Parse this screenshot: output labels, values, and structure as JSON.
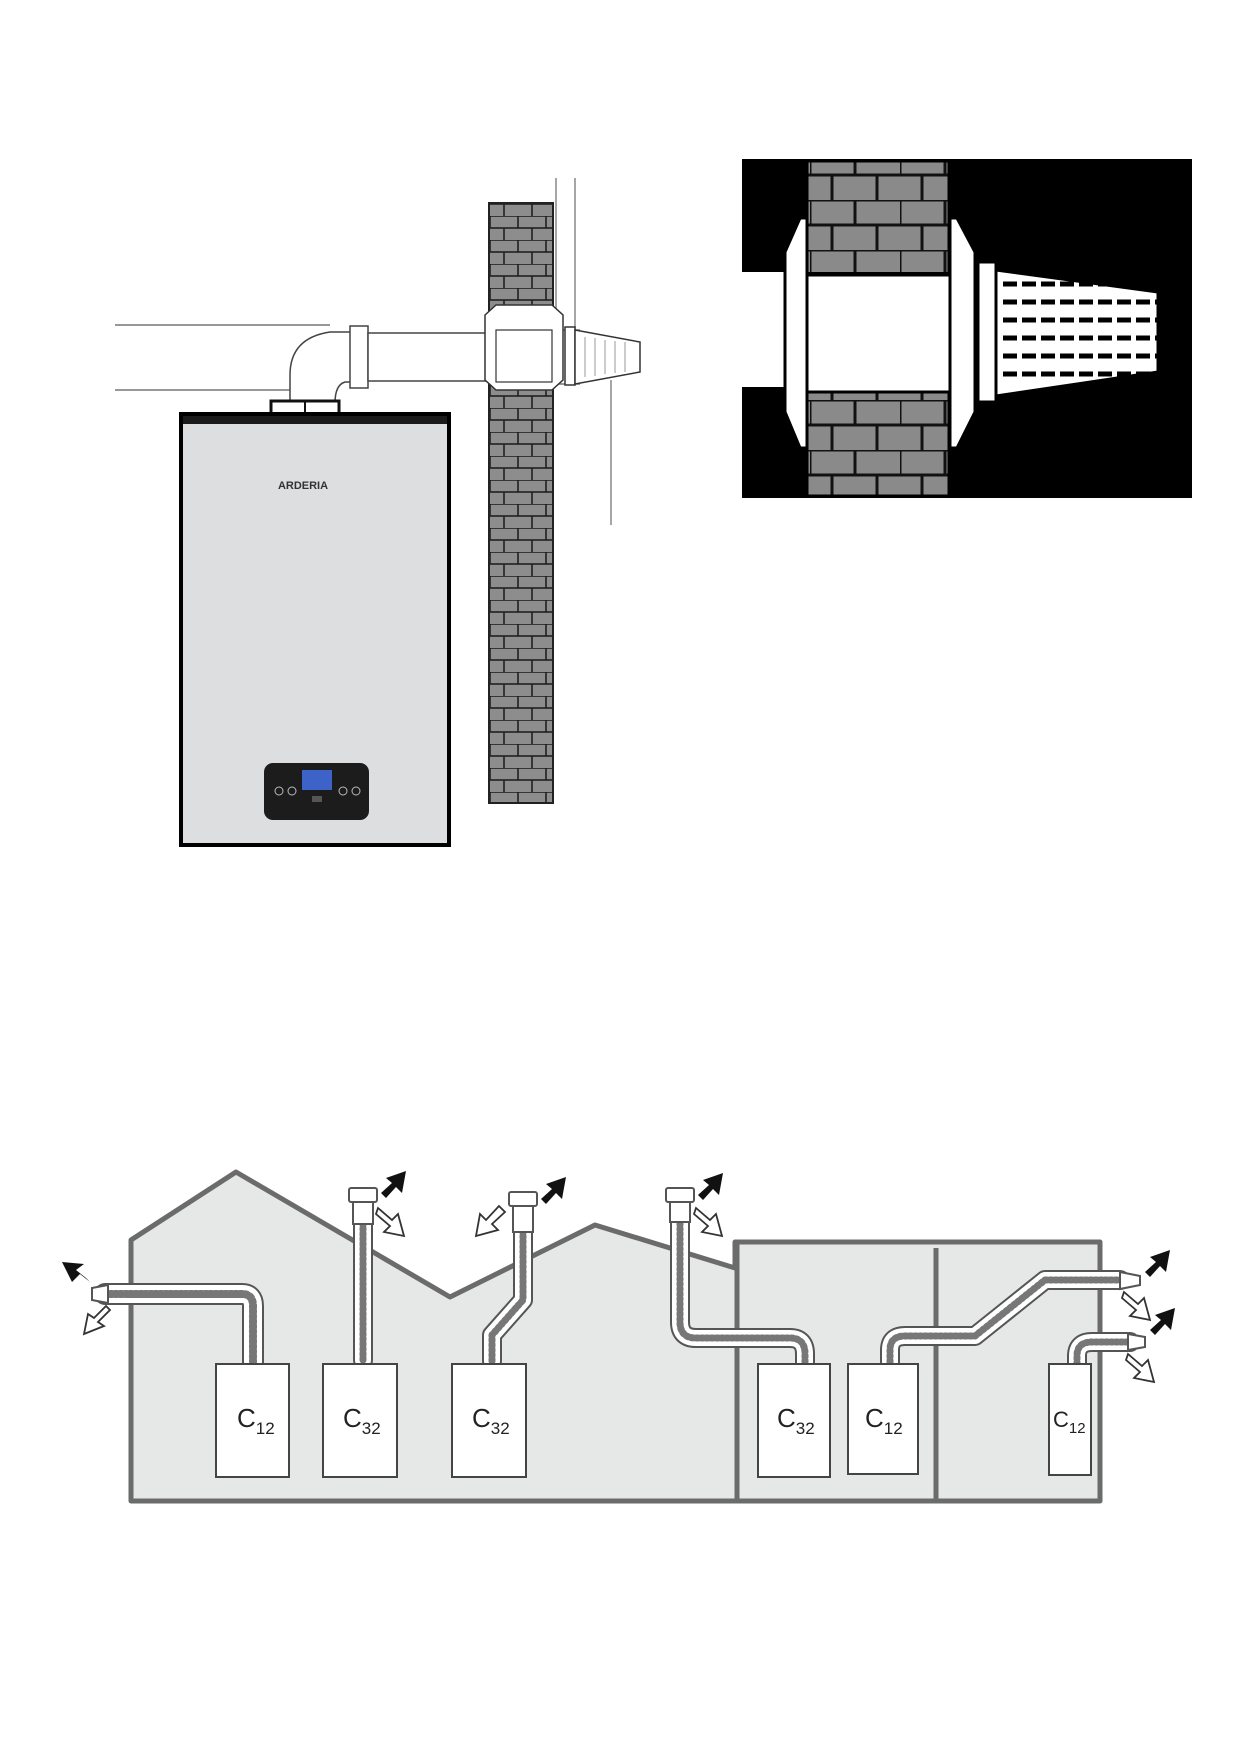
{
  "boiler": {
    "brand": "ARDERIA"
  },
  "flue_types": [
    {
      "main": "C",
      "sub": "12"
    },
    {
      "main": "C",
      "sub": "32"
    },
    {
      "main": "C",
      "sub": "32"
    },
    {
      "main": "C",
      "sub": "32"
    },
    {
      "main": "C",
      "sub": "12"
    },
    {
      "main": "C",
      "sub": "12"
    }
  ],
  "colors": {
    "building_fill": "#e6e7e7",
    "building_wall": "#6b6b6b",
    "brick": "#8d8d8d",
    "boiler_body": "#dcdee0",
    "display": "#3d63c9"
  }
}
